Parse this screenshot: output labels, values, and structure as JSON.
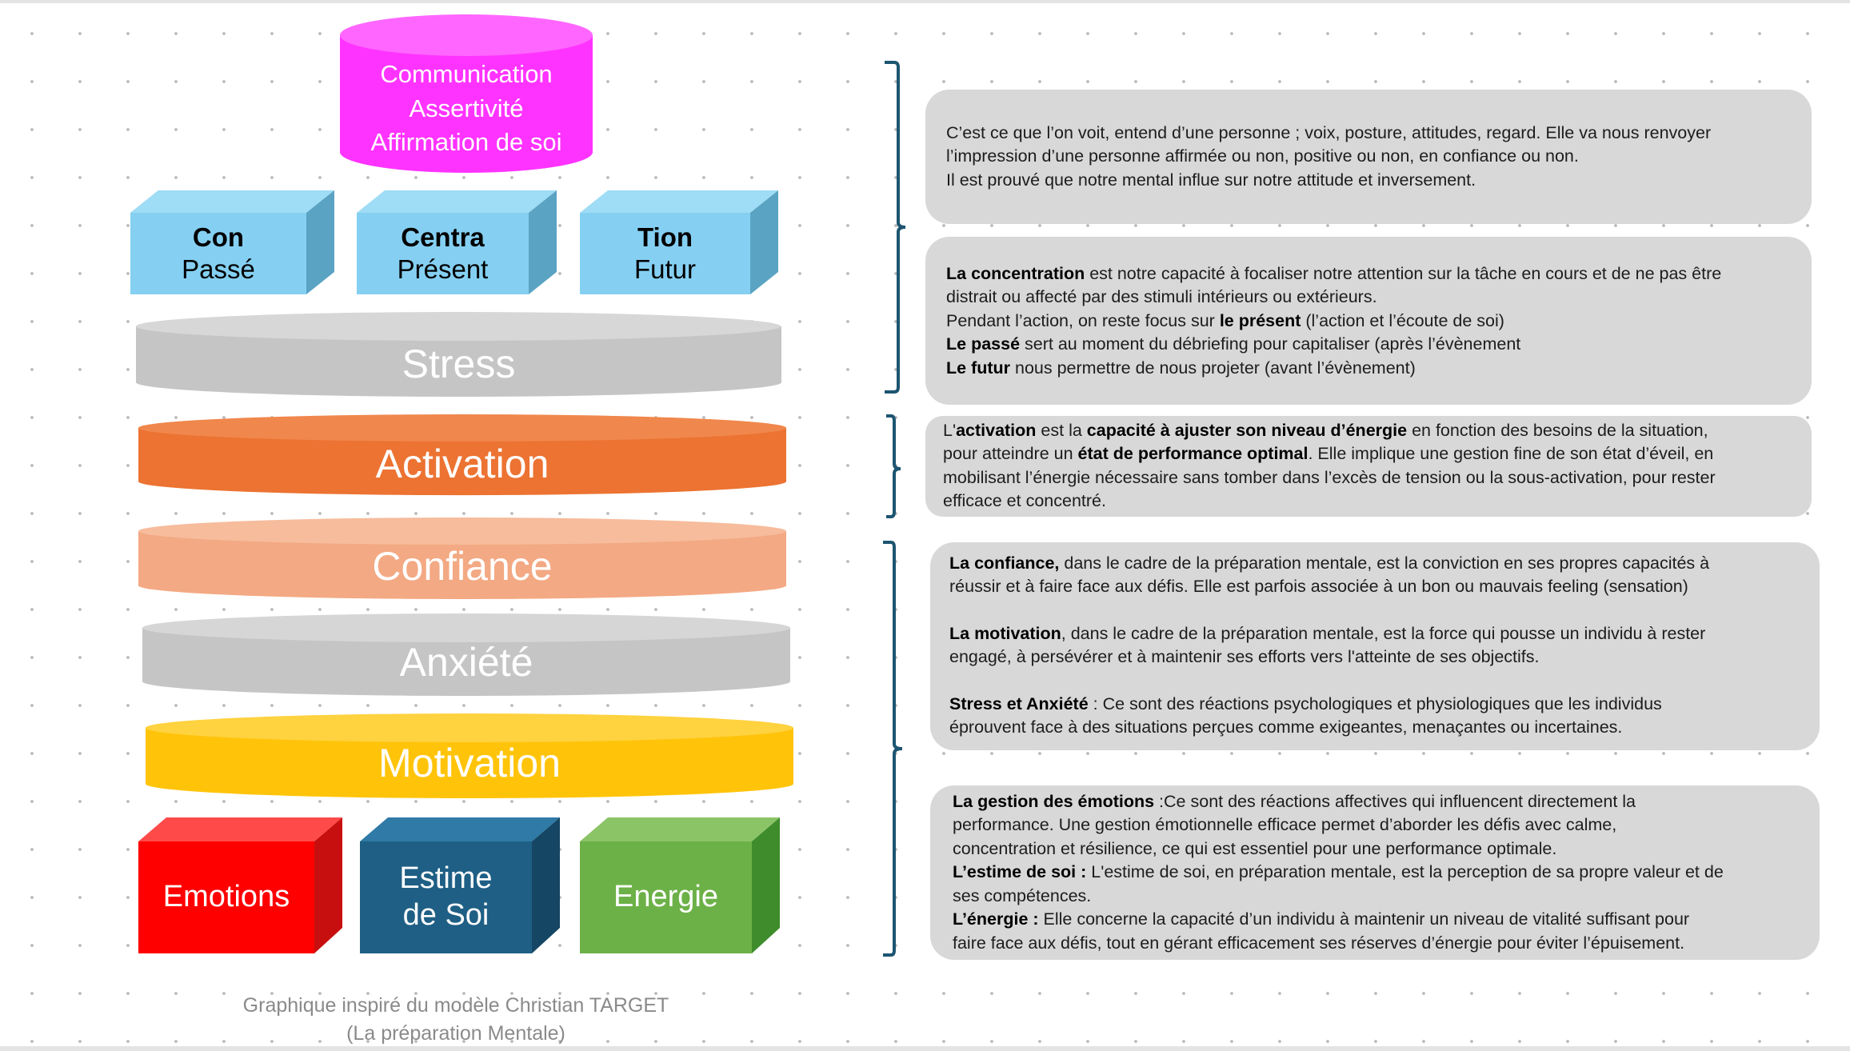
{
  "pyramid": {
    "top_cylinder": [
      "Communication",
      "Assertivité",
      "Affirmation de soi"
    ],
    "boxes": [
      {
        "title": "Con",
        "subtitle": "Passé"
      },
      {
        "title": "Centra",
        "subtitle": "Présent"
      },
      {
        "title": "Tion",
        "subtitle": "Futur"
      }
    ],
    "stress": "Stress",
    "activation": "Activation",
    "confiance": "Confiance",
    "anxiete": "Anxiété",
    "motivation": "Motivation",
    "bottom_boxes": [
      {
        "line1": "Emotions",
        "line2": ""
      },
      {
        "line1": "Estime",
        "line2": "de Soi"
      },
      {
        "line1": "Energie",
        "line2": ""
      }
    ]
  },
  "caption": [
    "Graphique inspiré du modèle Christian TARGET",
    "(La préparation Mentale)"
  ],
  "descriptions": {
    "d1": {
      "l1": "C’est ce que l’on voit, entend  d’une personne ; voix, posture, attitudes, regard. Elle va nous renvoyer",
      "l2": "l’impression d’une personne affirmée ou non, positive ou non, en confiance ou non.",
      "l3": "Il est prouvé que notre mental influe sur notre attitude et inversement."
    },
    "d2": {
      "b1": "La concentration",
      "t1": " est notre capacité à focaliser notre attention sur la tâche en cours et de ne pas être",
      "l2": "distrait ou affecté  par des stimuli intérieurs ou extérieurs.",
      "t3a": "Pendant l’action, on reste focus sur ",
      "b3": "le présent",
      "t3b": " (l’action et l’écoute de soi)",
      "b4": "Le passé",
      "t4": " sert au moment du débriefing pour capitaliser (après l’évènement",
      "b5": "Le futur",
      "t5": " nous permettre de nous projeter (avant l’évènement)"
    },
    "d3": {
      "t1a": "L'",
      "b1a": "activation",
      "t1b": " est la ",
      "b1b": "capacité à ajuster son niveau d’énergie",
      "t1c": " en fonction des besoins de la situation,",
      "t2a": "pour atteindre un ",
      "b2": "état de performance optimal",
      "t2b": ". Elle implique une gestion fine de son état d’éveil, en",
      "l3": "mobilisant l’énergie nécessaire sans tomber dans l’excès de tension ou la sous-activation, pour rester",
      "l4": "efficace et concentré."
    },
    "d4": {
      "b1": "La confiance,",
      "t1": " dans le cadre de la préparation mentale, est la conviction en ses propres capacités à",
      "l2": "réussir et à faire face aux défis. Elle est parfois associée à un bon ou mauvais feeling (sensation)",
      "b3": "La motivation",
      "t3": ", dans le cadre de la préparation mentale, est la force qui pousse un individu à rester",
      "l4": "engagé, à persévérer et à maintenir ses efforts vers l'atteinte de ses objectifs.",
      "b5": "Stress et Anxiété",
      "t5": " : Ce sont des réactions psychologiques et physiologiques que les individus",
      "l6": "éprouvent face à des situations perçues comme exigeantes, menaçantes ou incertaines."
    },
    "d5": {
      "b1": "La gestion des émotions",
      "t1": " :Ce sont des réactions affectives qui influencent directement la",
      "l2": "performance. Une gestion émotionnelle efficace permet d’aborder les défis avec calme,",
      "l3": "concentration et résilience, ce qui est essentiel pour une performance optimale.",
      "b4": "L’estime de soi :",
      "t4": " L'estime de soi, en préparation mentale, est la perception de sa propre valeur et de",
      "l5": "ses compétences.",
      "b6": "L’énergie :",
      "t6": " Elle concerne la capacité d’un individu à maintenir un niveau de vitalité suffisant pour",
      "l7": "faire face aux défis, tout en gérant efficacement ses réserves d’énergie pour éviter l’épuisement."
    }
  },
  "colors": {
    "top_cylinder": "#ff33ff",
    "boxes": "#85d0f2",
    "stress": "#c5c5c5",
    "activation": "#ec7332",
    "confiance": "#f3a983",
    "anxiete": "#c5c5c5",
    "motivation": "#ffc40a",
    "emotions": "#ff0000",
    "estime": "#1f5f85",
    "energie": "#6cb148",
    "bracket": "#1d5571",
    "desc_background": "#d8d8d8"
  }
}
